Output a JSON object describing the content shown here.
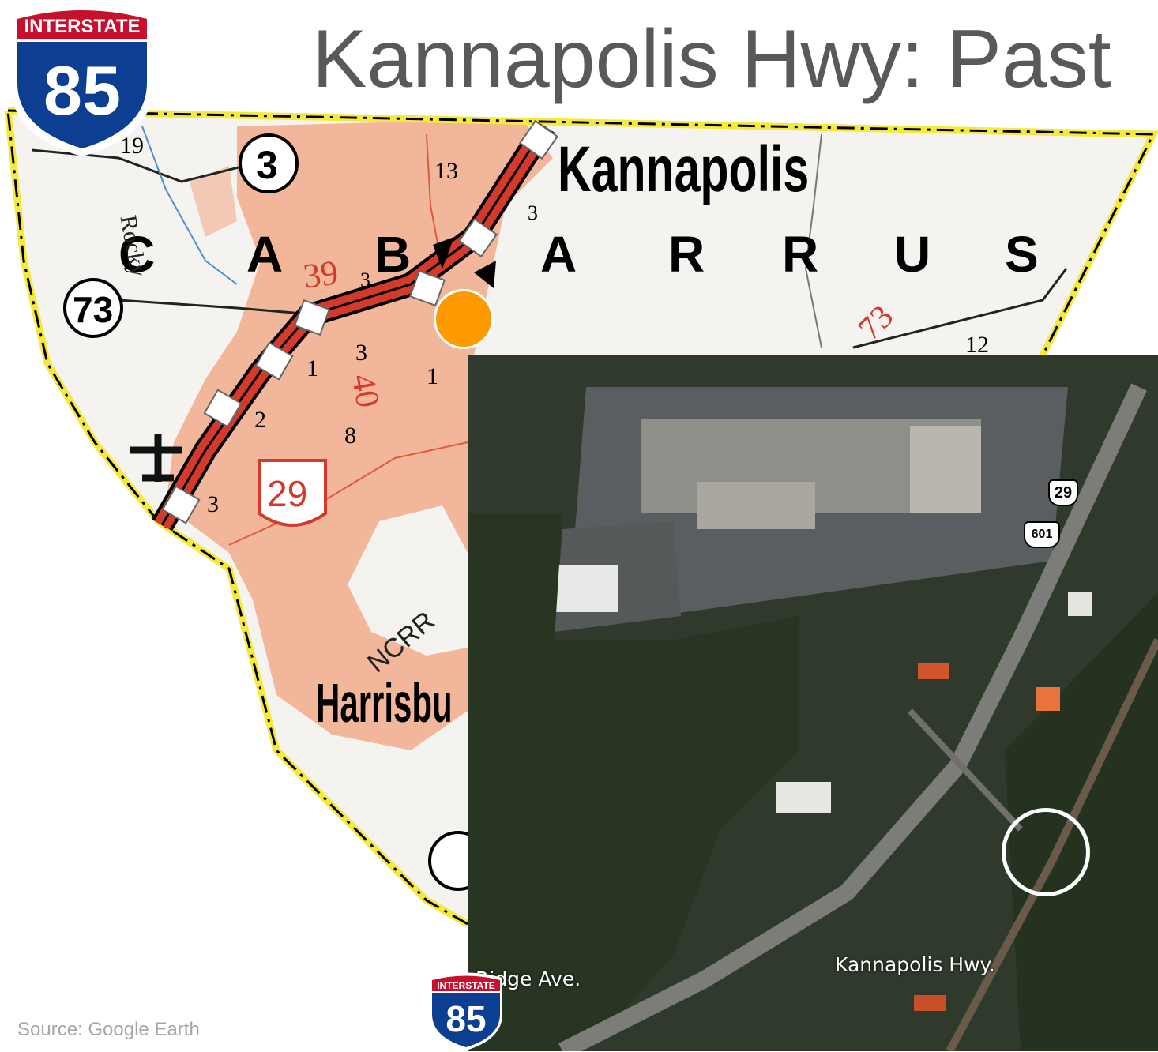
{
  "title": "Kannapolis Hwy: Past",
  "source": "Source: Google Earth",
  "interstate_shield": {
    "top_text": "INTERSTATE",
    "number": "85"
  },
  "small_shield": {
    "top_text": "INTERSTATE",
    "number": "85"
  },
  "map_labels": {
    "city_kannapolis": "Kannapolis",
    "county": [
      "C",
      "A",
      "B",
      "A",
      "R",
      "R",
      "U",
      "S"
    ],
    "city_harrisburg": "Harrisbu",
    "rocky": "Rocky",
    "ncrr": "NCRR",
    "route_3": "3",
    "route_73": "73",
    "route_29": "29",
    "red_39": "39",
    "red_40": "40",
    "red_73": "73",
    "num_19": "19",
    "num_13": "13",
    "num_12": "12",
    "num_1a": "1",
    "num_1b": "1",
    "num_2": "2",
    "num_3a": "3",
    "num_3b": "3",
    "num_3c": "3",
    "num_3d": "3",
    "num_8": "8"
  },
  "aerial": {
    "label_ridge": "Ridge Ave.",
    "label_kannapolis": "Kannapolis Hwy.",
    "shield_29": "29",
    "shield_601": "601"
  },
  "colors": {
    "urban": "#f2b79b",
    "highway": "#d33a2c",
    "marker": "#ff9900",
    "title": "#595959",
    "source": "#a6a6a6"
  }
}
